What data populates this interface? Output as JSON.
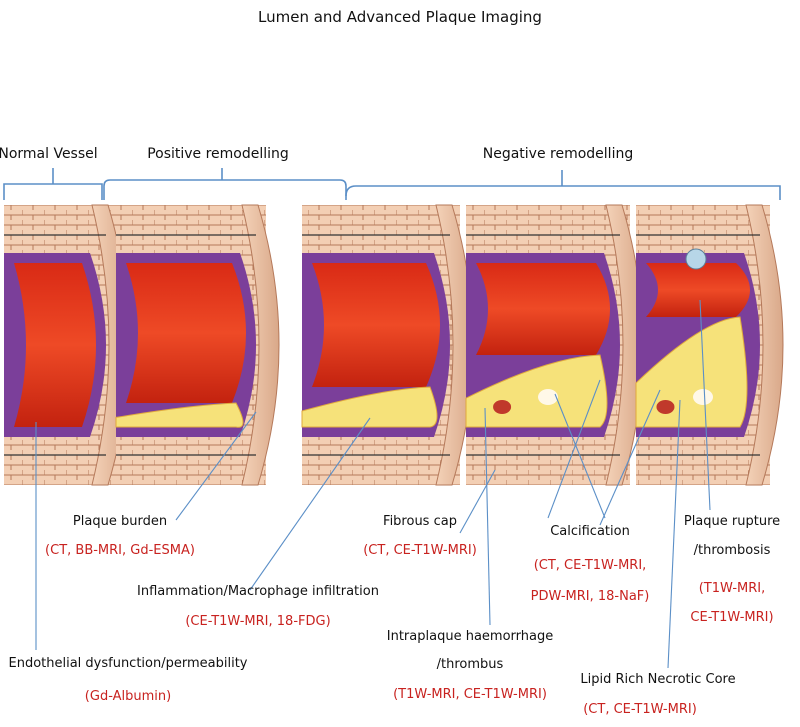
{
  "title": "Lumen and Advanced Plaque Imaging",
  "stages": {
    "normal": "Normal Vessel",
    "positive": "Positive remodelling",
    "negative": "Negative remodelling"
  },
  "labels": {
    "plaque_burden": "Plaque burden",
    "plaque_burden_mod": "(CT, BB-MRI, Gd-ESMA)",
    "inflammation": "Inflammation/Macrophage infiltration",
    "inflammation_mod": "(CE-T1W-MRI, 18-FDG)",
    "endothelial": "Endothelial dysfunction/permeability",
    "endothelial_mod": "(Gd-Albumin)",
    "fibrous_cap": "Fibrous cap",
    "fibrous_cap_mod": "(CT, CE-T1W-MRI)",
    "iph_1": "Intraplaque haemorrhage",
    "iph_2": "/thrombus",
    "iph_mod": "(T1W-MRI, CE-T1W-MRI)",
    "calcification": "Calcification",
    "calc_mod_1": "(CT, CE-T1W-MRI,",
    "calc_mod_2": "PDW-MRI, 18-NaF)",
    "rupture_1": "Plaque rupture",
    "rupture_2": "/thrombosis",
    "rupture_mod_1": "(T1W-MRI,",
    "rupture_mod_2": "CE-T1W-MRI)",
    "lrnc": "Lipid Rich Necrotic Core",
    "lrnc_mod": "(CT, CE-T1W-MRI)"
  },
  "colors": {
    "lumen": "#e8321e",
    "lumen_dark": "#b81d10",
    "intima": "#7b3f9a",
    "wall": "#f0c9ad",
    "wall_line": "#b5795a",
    "plaque": "#f6e27a",
    "plaque_dark": "#e0a93c",
    "bracket": "#5b8fc7",
    "modality": "#c8221f"
  }
}
